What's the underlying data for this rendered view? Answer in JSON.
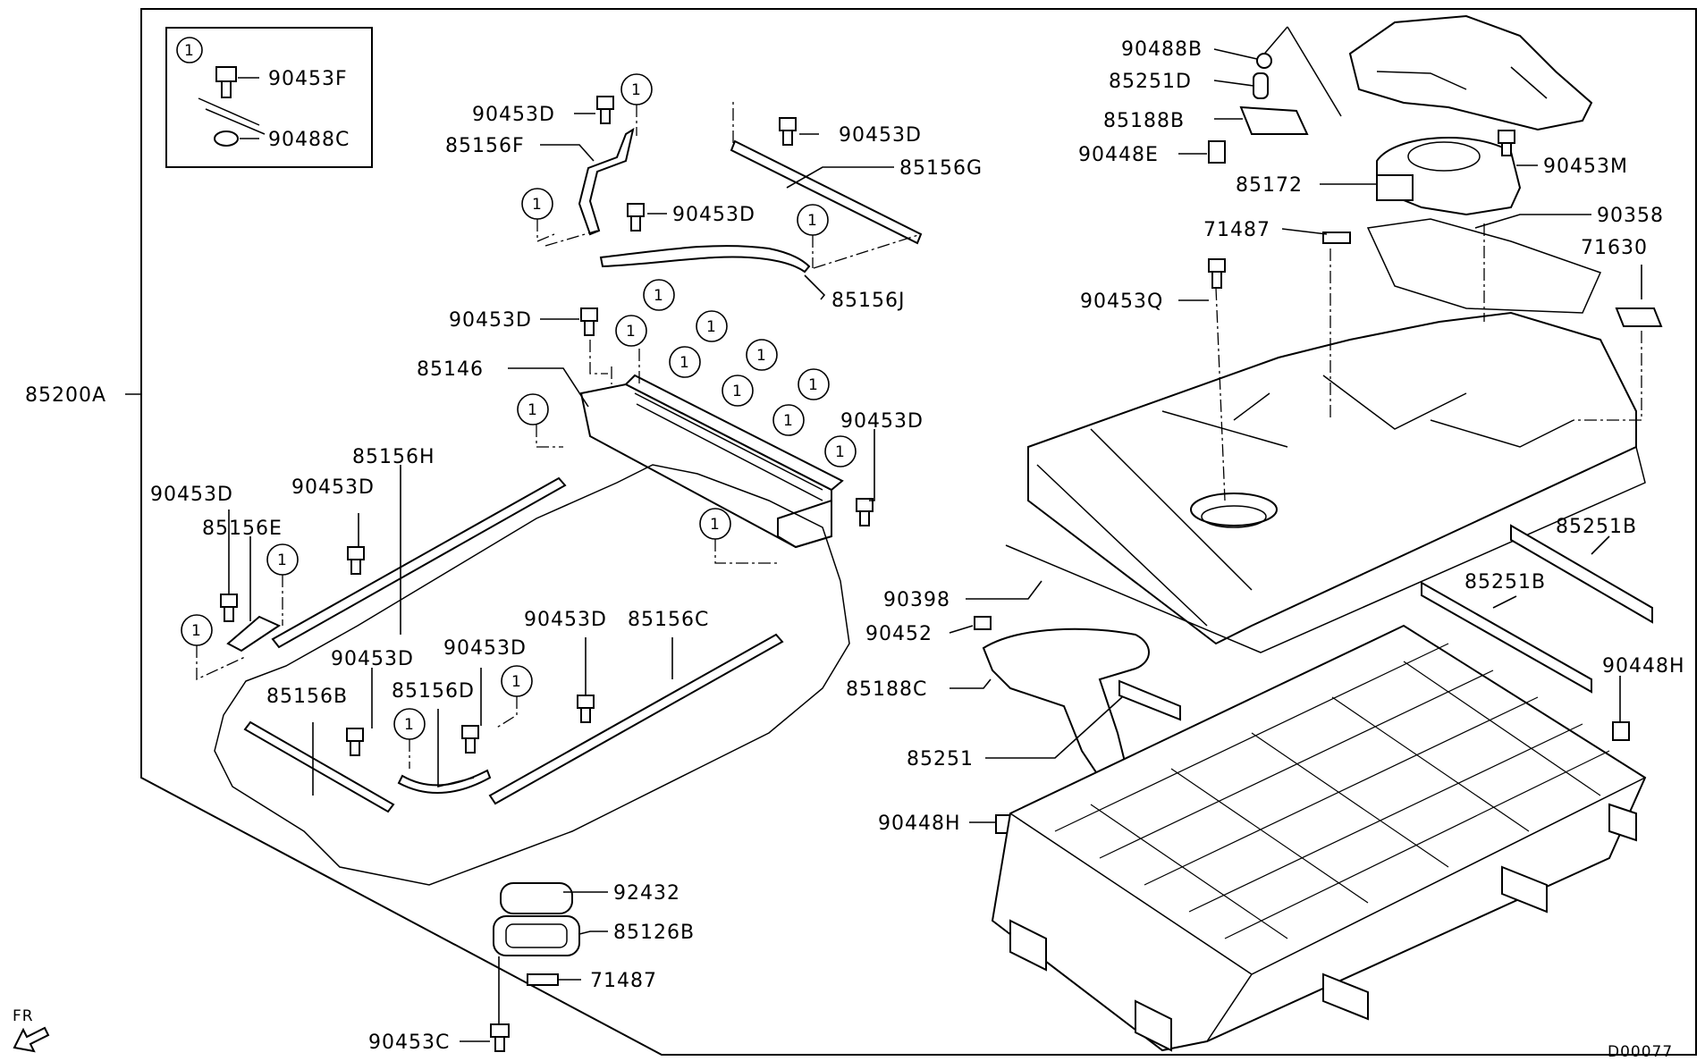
{
  "callout_marker": "1",
  "legend": {
    "marker": "1",
    "bolt": "90453F",
    "washer": "90488C"
  },
  "labels": {
    "assembly": "85200A",
    "p90453D_1": "90453D",
    "p85156F": "85156F",
    "p90453D_2": "90453D",
    "p85156G": "85156G",
    "p90453D_3": "90453D",
    "p85156J": "85156J",
    "p90453D_4": "90453D",
    "p85146": "85146",
    "p90453D_5": "90453D",
    "p85156H": "85156H",
    "p90453D_6": "90453D",
    "p90453D_7": "90453D",
    "p85156E": "85156E",
    "p90453D_8": "90453D",
    "p85156C": "85156C",
    "p90453D_9": "90453D",
    "p90453D_10": "90453D",
    "p85156B": "85156B",
    "p85156D": "85156D",
    "p92432": "92432",
    "p85126B": "85126B",
    "p71487_b": "71487",
    "p90453C": "90453C",
    "p90488B": "90488B",
    "p85251D": "85251D",
    "p85188B": "85188B",
    "p90448E": "90448E",
    "p85172": "85172",
    "p90453M": "90453M",
    "p90358": "90358",
    "p71487_t": "71487",
    "p71630": "71630",
    "p90453Q": "90453Q",
    "p90398": "90398",
    "p90452": "90452",
    "p85188C": "85188C",
    "p85251": "85251",
    "p85251B_1": "85251B",
    "p85251B_2": "85251B",
    "p90448H_1": "90448H",
    "p90448H_2": "90448H"
  },
  "direction": "FR",
  "drawing_number": "D00077"
}
